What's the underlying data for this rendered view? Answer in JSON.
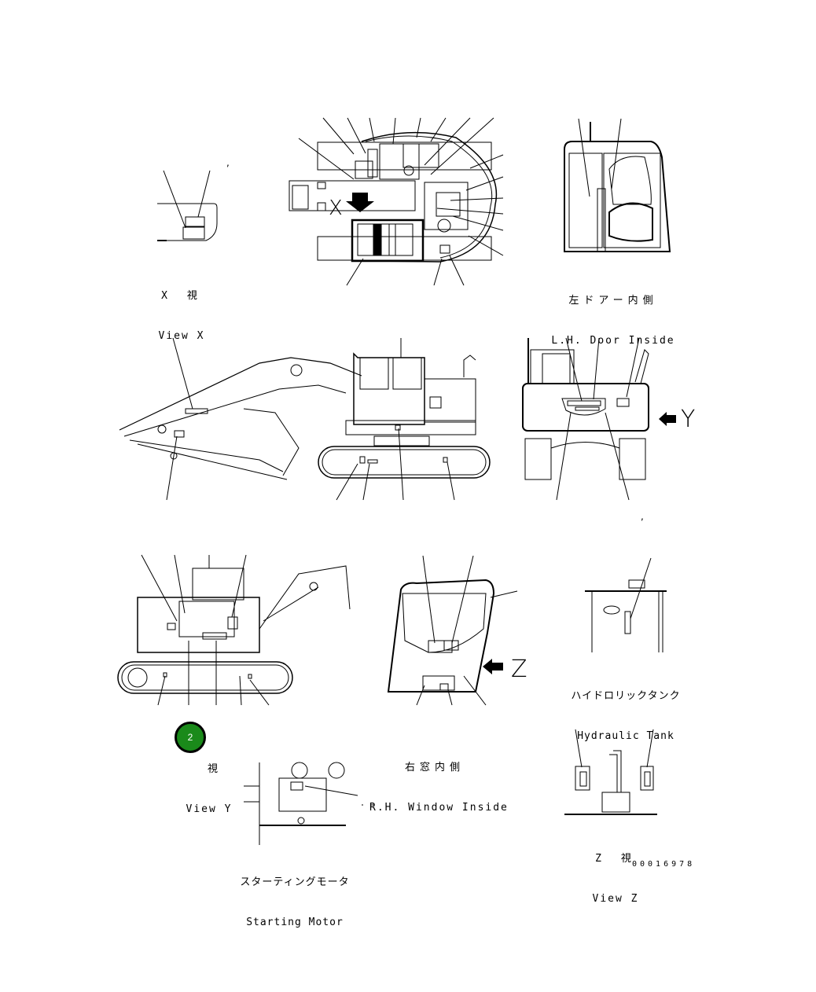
{
  "document": {
    "type": "parts-catalog-illustration",
    "subject": "Excavator decal/marking locations",
    "doc_number": "00016978"
  },
  "views": [
    {
      "id": "view-x",
      "jp": "X　視",
      "en": "View X"
    },
    {
      "id": "top-view",
      "jp": "",
      "en": ""
    },
    {
      "id": "lh-door-inside",
      "jp": "左ドアー内側",
      "en": "L.H. Door Inside"
    },
    {
      "id": "side-view-left",
      "jp": "",
      "en": ""
    },
    {
      "id": "rear-view",
      "jp": "",
      "en": ""
    },
    {
      "id": "view-y",
      "jp": "視",
      "en": "View Y"
    },
    {
      "id": "rh-window-inside",
      "jp": "右窓内側",
      "en": "R.H. Window Inside"
    },
    {
      "id": "hydraulic-tank",
      "jp": "ハイドロリックタンク",
      "en": "Hydraulic Tank"
    },
    {
      "id": "starting-motor",
      "jp": "スターティングモータ",
      "en": "Starting Motor"
    },
    {
      "id": "view-z",
      "jp": "Z　視",
      "en": "View Z"
    }
  ],
  "arrows": {
    "x": "X",
    "y": "Y",
    "z": "Z"
  },
  "badge": {
    "number": "2",
    "color": "#1a8a1a"
  }
}
